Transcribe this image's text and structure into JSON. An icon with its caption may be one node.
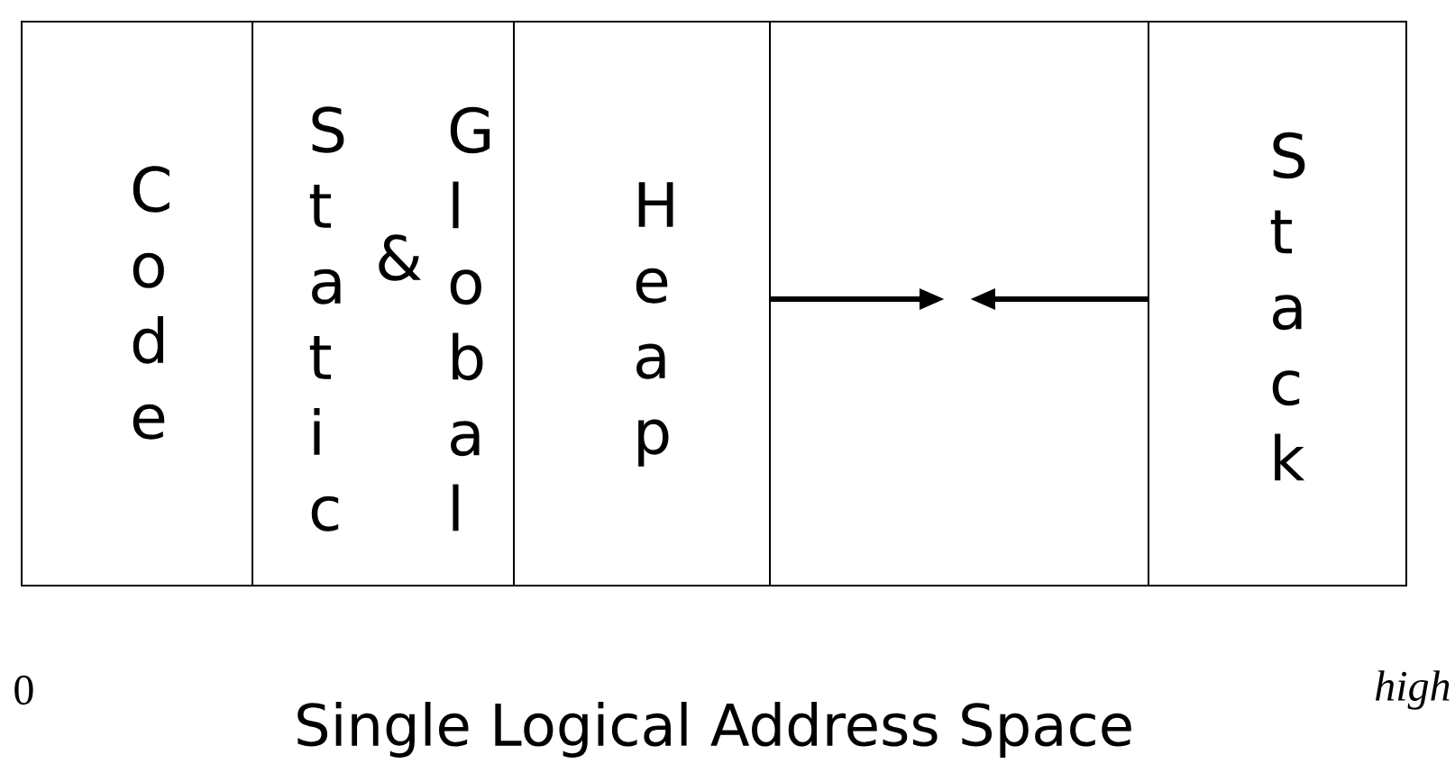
{
  "diagram": {
    "caption": "Single Logical Address Space",
    "nodes": [
      {
        "text": [
          "Code"
        ]
      },
      {
        "text": [
          "Static",
          "&",
          "Global"
        ]
      },
      {
        "text": [
          "Heap"
        ]
      },
      {
        "text": [],
        "shape": "box"
      },
      {
        "text": [
          "Stack"
        ]
      }
    ],
    "edges": [
      {
        "from": 2,
        "to": 3,
        "arrow": "to"
      },
      {
        "from": 4,
        "to": 3,
        "arrow": "to"
      }
    ],
    "labels": [
      "0",
      "high"
    ]
  }
}
